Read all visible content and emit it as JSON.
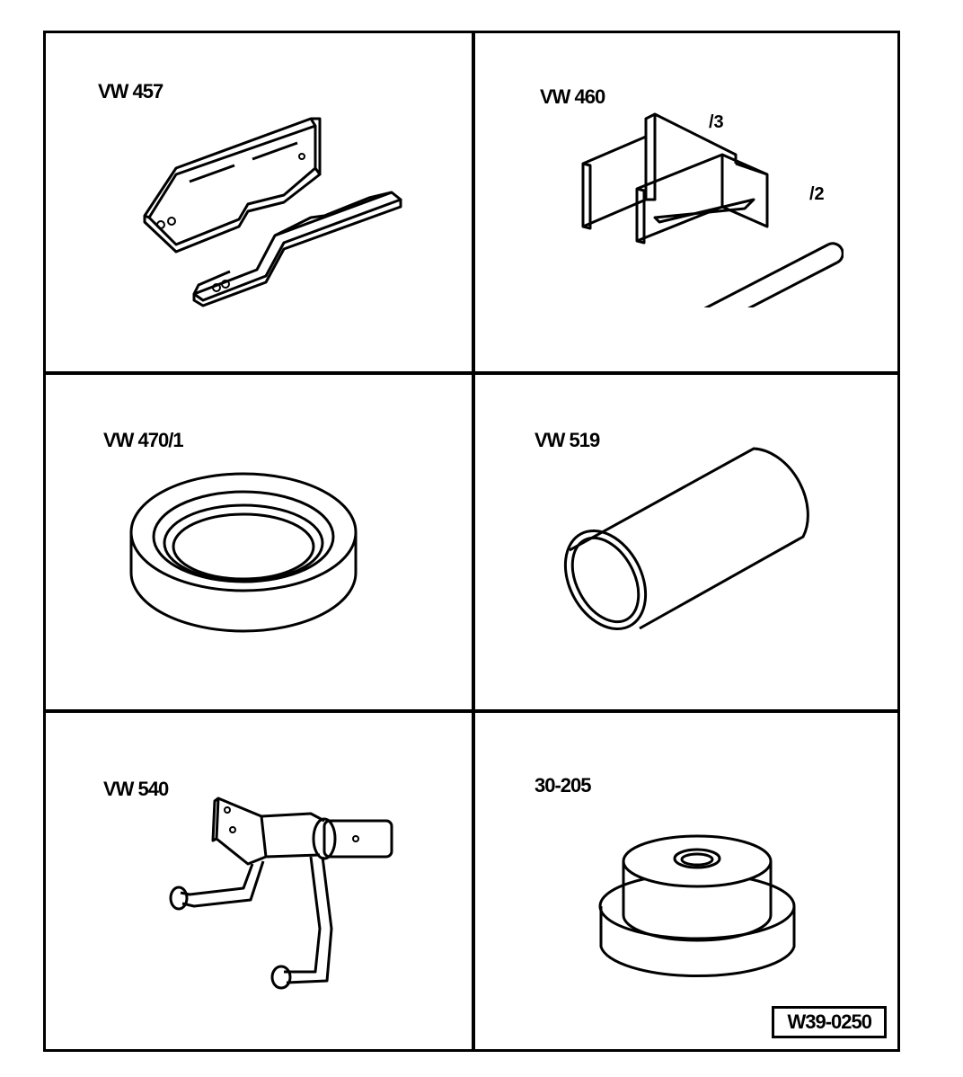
{
  "tools": [
    {
      "label": "VW 457"
    },
    {
      "label": "VW 460",
      "sub_labels": [
        "/3",
        "/2"
      ]
    },
    {
      "label": "VW 470/1"
    },
    {
      "label": "VW 519"
    },
    {
      "label": "VW 540"
    },
    {
      "label": "30-205"
    }
  ],
  "figure_code": "W39-0250"
}
